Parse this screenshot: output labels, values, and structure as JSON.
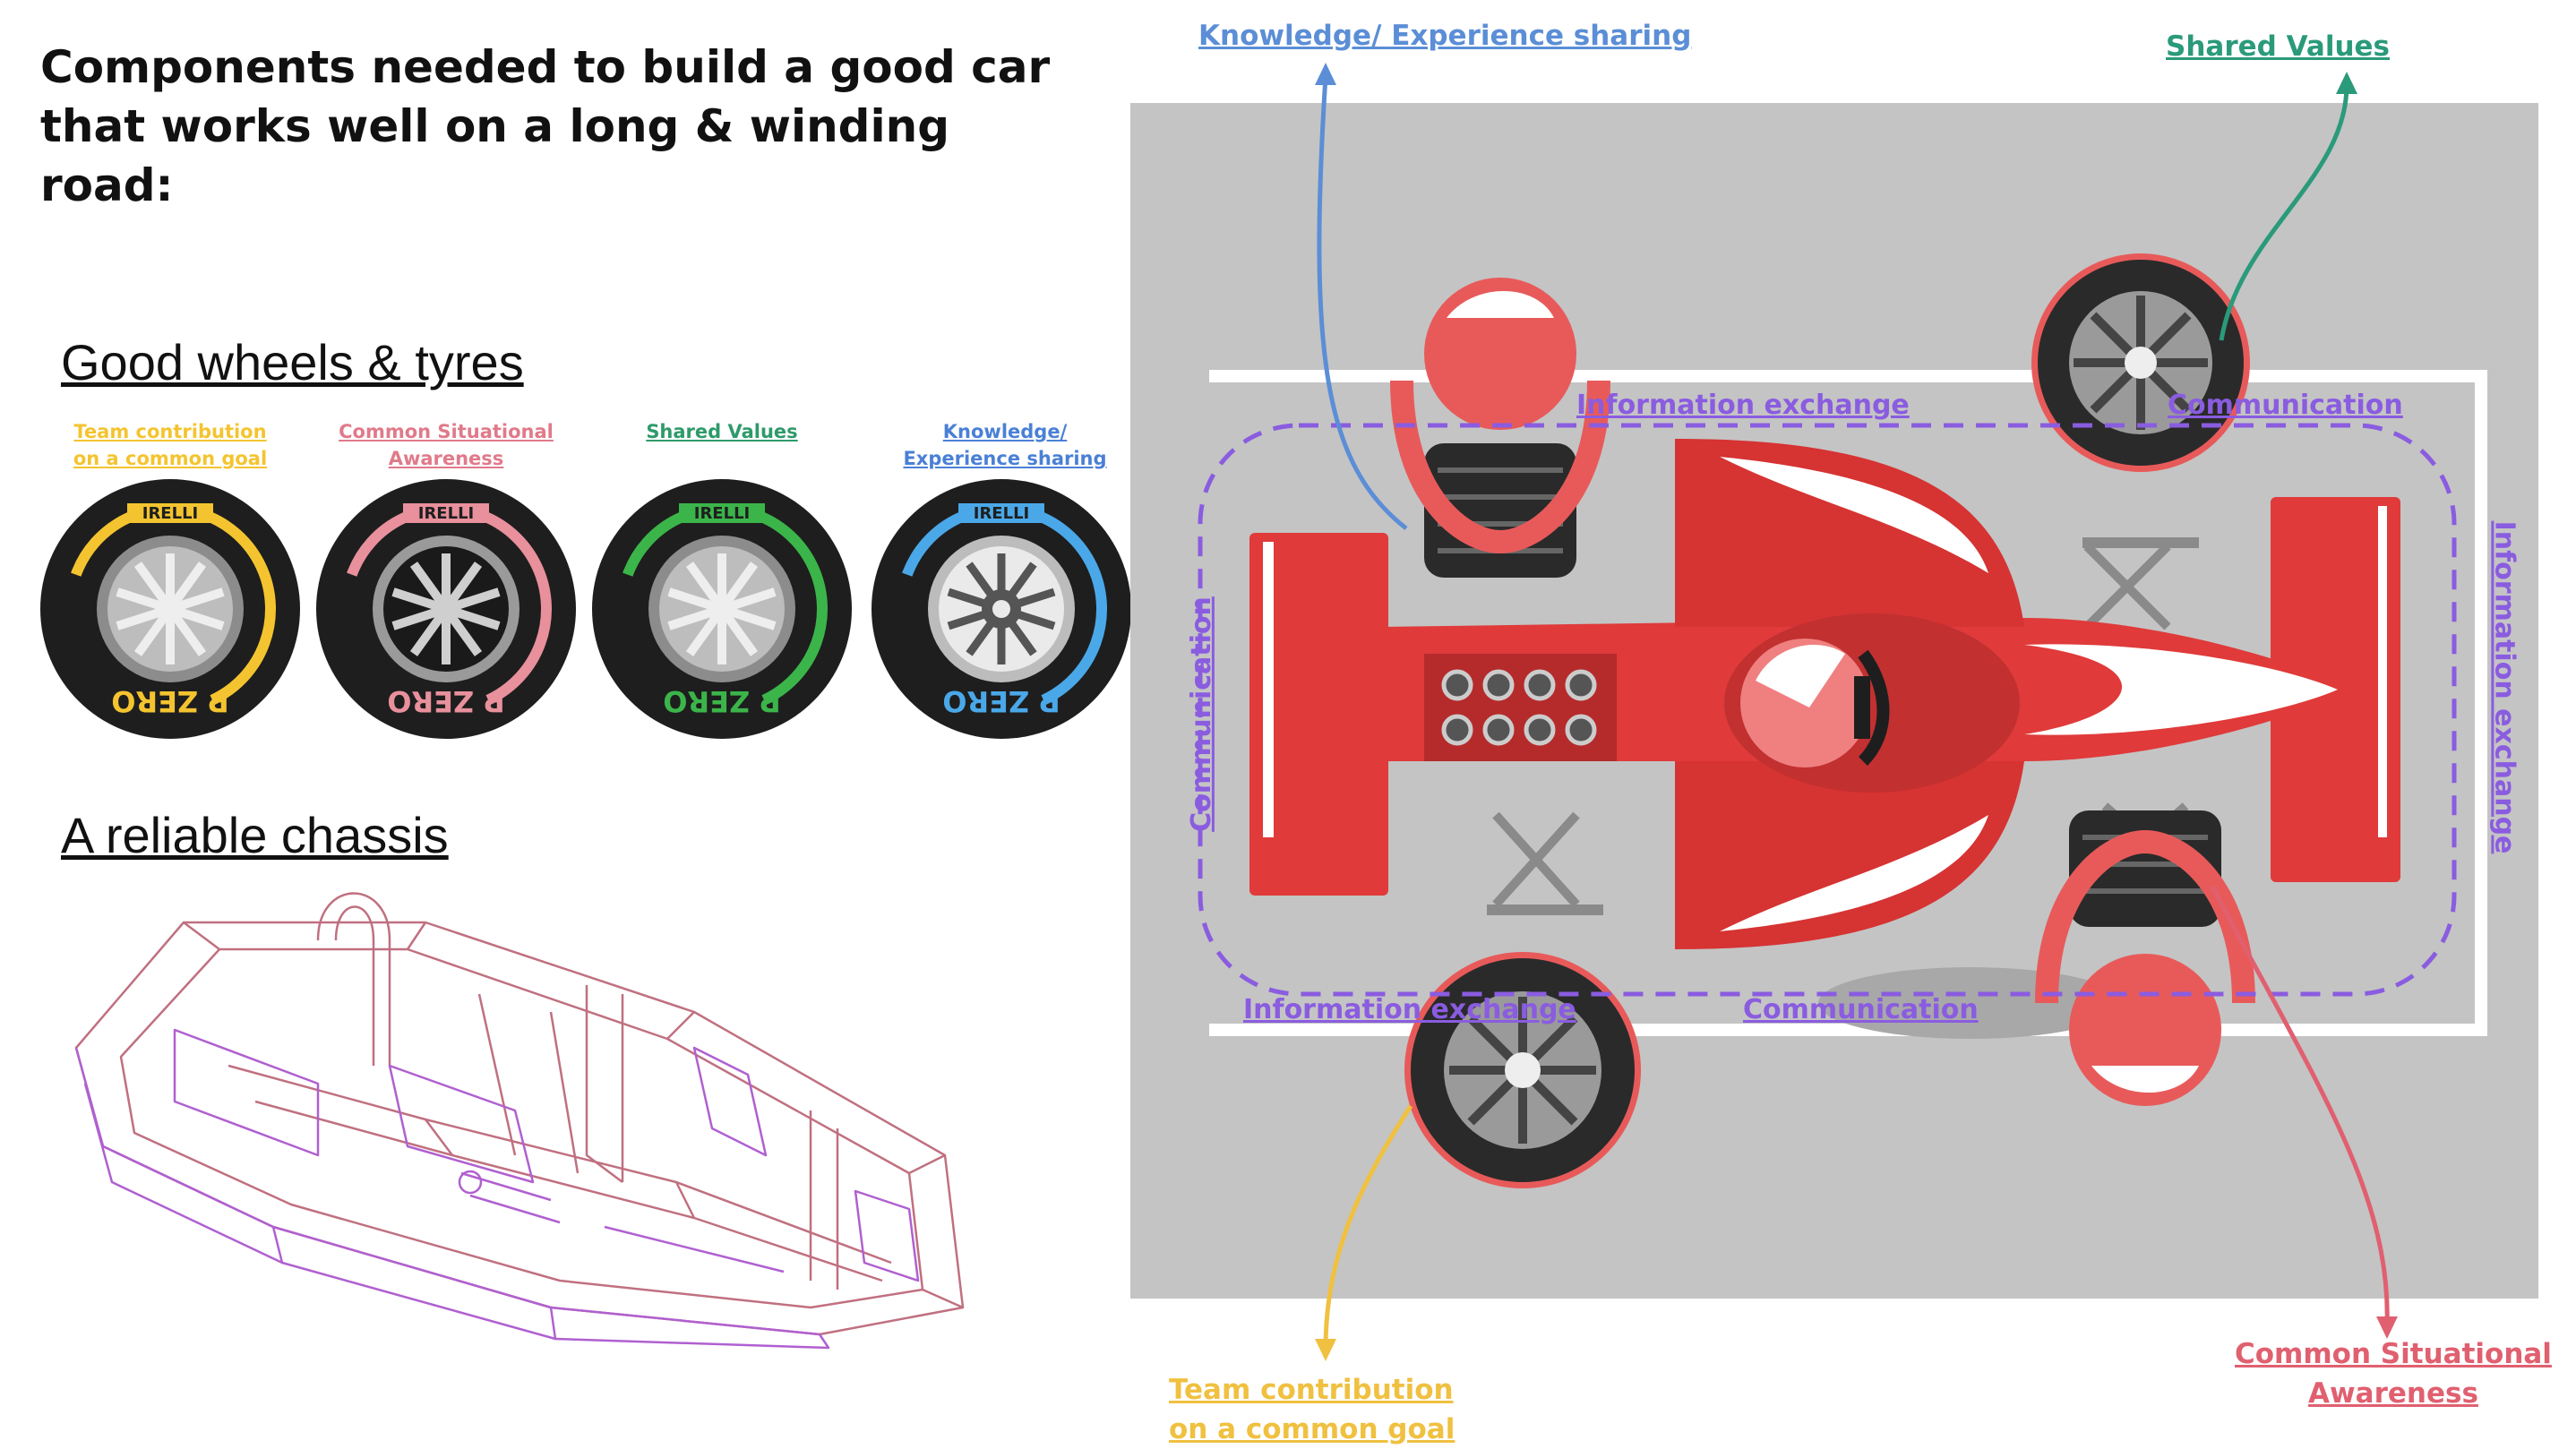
{
  "title_line1": "Components needed to build a good car",
  "title_line2": "that works well on a long & winding road:",
  "wheels": {
    "title": "Good wheels & tyres",
    "tyres": [
      {
        "line1": "Team contribution",
        "line2": "on a common goal",
        "color": "#f4c430"
      },
      {
        "line1": "Common Situational",
        "line2": "Awareness",
        "color": "#e8909c"
      },
      {
        "line1": "",
        "line2": "Shared Values",
        "color": "#3bb54a"
      },
      {
        "line1": "Knowledge/",
        "line2": "Experience sharing",
        "color": "#4aa8e8"
      }
    ],
    "brand": "IRELLI",
    "model": "P ZERO"
  },
  "chassis": {
    "title": "A reliable chassis"
  },
  "diagram": {
    "knowledge_label": "Knowledge/ Experience sharing",
    "shared_values_label": "Shared Values",
    "team_line1": "Team contribution",
    "team_line2": "on a common goal",
    "csa_line1": "Common Situational",
    "csa_line2": "Awareness",
    "info_top": "Information exchange",
    "comm_top": "Communication",
    "comm_left": "Communication",
    "info_right": "Information exchange",
    "info_bottom": "Information exchange",
    "comm_bottom": "Communication"
  },
  "colors": {
    "knowledge": "#5b8ed6",
    "shared_values": "#2a9a7a",
    "team": "#f0c040",
    "csa": "#e06070",
    "dashed": "#8a5ce0",
    "car_red": "#e03a3a"
  }
}
